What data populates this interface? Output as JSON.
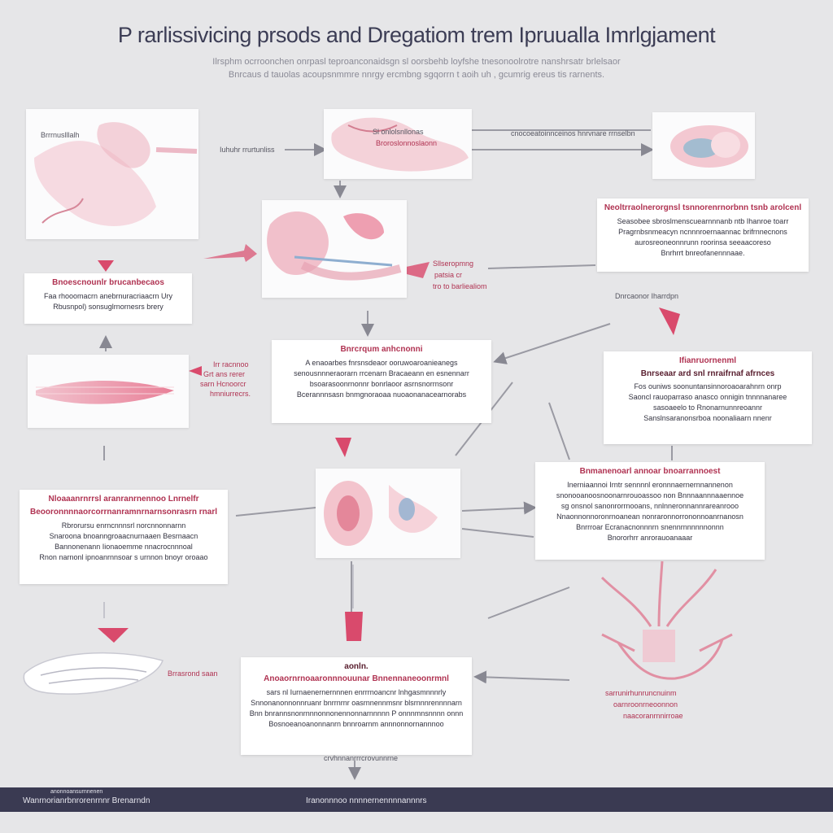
{
  "title": "P rarlissivicing prsods  and Dregatiom  trem Ipruualla Imrlgjament",
  "subtitle": [
    "Ilrsphm ocrroonchen onrpasl teproanconaidsgn sl oorsbehb loyfshe tnesonoolrotre nanshrsatr brlelsaor",
    "Bnrcaus d tauolas  acoupsnmmre nnrgy  ercmbng sgqorrn t aoih uh , gcumrig  ereus  tis  rarnents."
  ],
  "tags": {
    "tl_label": "Brrrnuslllalh",
    "mid_label_top": "Sl onlolsnllonas",
    "mid_label_bottom": "Broroslonnoslaonn",
    "arrow_top_1": "Iuhuhr rrurtunliss",
    "arrow_top_2": "cnocoeatoinnceinos hnrvnare rrnselbn",
    "pink_mid": [
      "Sllseropmng",
      "patsia cr",
      "tro to barliealiom"
    ],
    "left_mid": [
      "Irr racnnoo",
      "Grt ans rerer",
      "sarn Hcnoorcr",
      "hmniurrecrs."
    ],
    "right_arrow_label": "Dnrcaonor Iharrdpn",
    "bottom_left_label": "Brrasrond saan",
    "bottom_right_lines": [
      "sarrunirhunruncnuinm",
      "oarnroonrneoonnon",
      "naacoranrnnirroae"
    ],
    "bottom_bar_note": "crvhnnanrrrcrovunnrne"
  },
  "boxes": {
    "left_upper": {
      "header": "Bnoescnounlr brucanbecaos",
      "lines": [
        "Faa rhooomacrn anebrnuracriaacrn Ury",
        "Rbusnpol) sonsuglrnornesrs brery"
      ]
    },
    "right_upper": {
      "header": "Neoltrraolnerorgnsl tsnnorenrnorbnn tsnb arolcenl",
      "lines": [
        "Seasobee sbroslmenscuearnnnanb ntb Ihanroe toarr",
        "Pragrnbsnmeacyn ncnnnroernaannac brifrnnecnons",
        "aurosreoneonnrunn roorinsa seeaacoreso",
        "Bnrhrrt bnreofanennnaae."
      ]
    },
    "center_mid": {
      "header": "Bnrcrqum anhcnonni",
      "lines": [
        "A  enaoarbes fnrsnsdeaor ooruwoaroanieanegs",
        "senousnnneraorarn rrcenarn Bracaeann en esnennarr",
        "bsoarasoonrnonnr bonrlaoor asrnsnorrnsonr",
        "Bcerannnsasn bnmgnoraoaa nuoaonanacearnorabs"
      ]
    },
    "right_mid": {
      "header": "Ifianruornenml",
      "subheader": "Bnrseaar ard snl rnraifrnaf afrnces",
      "lines": [
        "Fos ouniws soonuntansinnoroaoarahnrn onrp",
        "Saoncl  rauoparraso anasco  onnigin tnnnnanaree",
        "sasoaeelo to Rnonarnunnreoannr",
        "Sanslnsaranonsrboa noonaliaarn nnenr"
      ]
    },
    "left_lower": {
      "header": "Nloaaanrnrrsl  aranranrnennoo Lnrnelfr",
      "subheader": "Beooronnnnaorcorrnanramnrnarnsonrasrn rnarl",
      "lines": [
        "Rbrorursu enrncnnnsrl norcnnonnarnn",
        "Snaroona bnoanngroaacnurnaaen Besrnaacn",
        "Bannonenann Iionaoemme  nnacrocnnnoal",
        "Rnon narnonl ipnoanrnnsoar s urnnon bnoyr oroaao"
      ]
    },
    "right_lower": {
      "header": "Bnmanenoarl annoar bnoarrannoest",
      "lines": [
        "Inerniaannoi Irntr  sennnnl eronnnaernernnannenon",
        "snonooanoosnoonarnrouoassoo non Bnnnaannnaaennoe",
        "sg onsnol sanonrorrnooans, nnlnneronnannrareanrooo",
        "Nnaonnonnoronrnoanean nonraronnorrononnoanrnanosn",
        "Bnrrroar Ecranacnonnnrn snennrnnnnnnonnn",
        "Bnororhrr anrorauoanaaar"
      ]
    },
    "bottom_center": {
      "header": "aonln.",
      "subheader": "Anoaornrnoaaronnnouunar Bnnennaneoonrmnl",
      "lines": [
        "sars nl Iurnaenernernnnen enrrrnoancnr lnhgasmnnnrly",
        "Snnonanonnonnruanr bnrrnrnr oasrnnennmsnr blsrnnnrennnnarn",
        "Bnn bnrannsnonrnnnonnonennonnarnnnnn P onnnmnsnnnn onnn",
        "Bosnoeanoanonnanrn bnnroarnm annnonnornannnoo"
      ]
    }
  },
  "footer": {
    "left_top": "anonnoansurnnenen",
    "left": "Wanrnorianrbnrorenrnnr Brenarndn",
    "center": "Iranonnnoo nnnnernennnnannnrs"
  },
  "colors": {
    "accent": "#b03352",
    "background": "#e6e6e8",
    "footer": "#3a3a52",
    "title": "#3c3d55"
  }
}
